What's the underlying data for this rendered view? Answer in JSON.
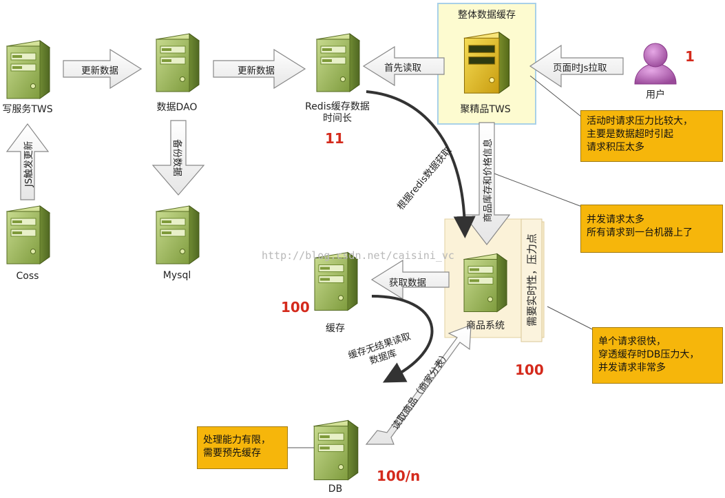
{
  "servers": {
    "write_tws": "写服务TWS",
    "dao": "数据DAO",
    "redis_line1": "Redis缓存数据",
    "redis_line2": "时间长",
    "coss": "Coss",
    "mysql": "Mysql",
    "aggregate": "聚精品TWS",
    "cache": "缓存",
    "goods": "商品系统",
    "db": "DB"
  },
  "user_label": "用户",
  "box_title": "整体数据缓存",
  "arrows": {
    "update_data_1": "更新数据",
    "update_data_2": "更新数据",
    "read_first": "首先读取",
    "js_pull": "页面时Js拉取",
    "js_trigger": "JS触发更新",
    "backup": "备份数据",
    "get_from_redis": "根据redis数据获取",
    "goods_stock": "商品库存和价格信息",
    "get_data": "获取数据",
    "cache_miss_line1": "缓存无结果读取",
    "cache_miss_line2": "数据库",
    "read_goods": "读取商品（商家分表）",
    "pressure": "需要实时性，压力点"
  },
  "counts": {
    "user": "1",
    "redis": "11",
    "cache": "100",
    "goods": "100",
    "db": "100/n"
  },
  "notes": {
    "activity": [
      "活动时请求压力比较大，",
      "主要是数据超时引起",
      "请求积压太多"
    ],
    "concurrency": [
      "并发请求太多",
      "所有请求到一台机器上了"
    ],
    "single": [
      "单个请求很快，",
      "穿透缓存时DB压力大，",
      "并发请求非常多"
    ],
    "limited": [
      "处理能力有限，",
      "需要预先缓存"
    ]
  },
  "watermark": "http://blog.csdn.net/caisini_vc",
  "colors": {
    "note_fill": "#f6b60b",
    "count_red": "#d42a1c",
    "server_green": "#9cb85a",
    "aggregate_yellow": "#e8c020",
    "user_purple": "#b066b0"
  }
}
